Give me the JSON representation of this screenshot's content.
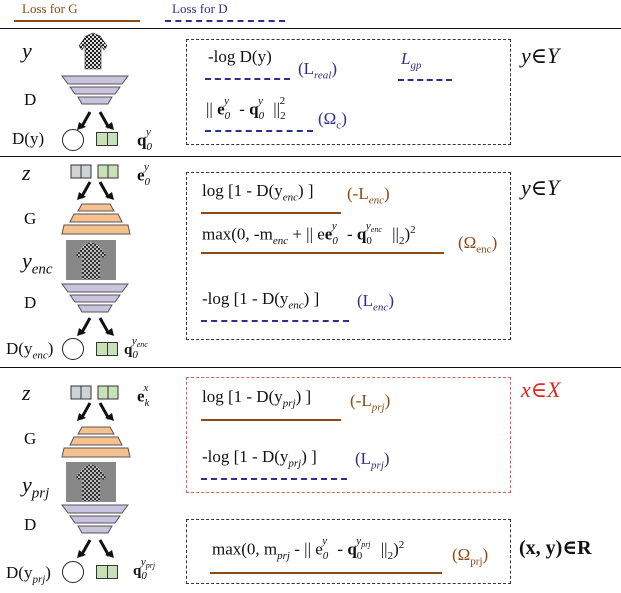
{
  "legend": {
    "g_label": "Loss for G",
    "d_label": "Loss for D"
  },
  "colors": {
    "g": "#8a4a16",
    "d": "#2e2f8a",
    "red": "#e22424"
  },
  "section1": {
    "y": "y",
    "D": "D",
    "Dy": "D(y)",
    "q0y": "q",
    "eq_real": "-log D(y)",
    "name_real": "(L",
    "sub_real": "real",
    "close_real": ")",
    "gp": "L",
    "gp_sub": "gp",
    "eq_omega": "|| e",
    "omega_name": "(Ω",
    "omega_sub": "c",
    "omega_close": ")",
    "domain": "y∈Y"
  },
  "section2": {
    "z": "z",
    "G": "G",
    "yenc": "y",
    "yenc_sub": "enc",
    "D": "D",
    "e0y": "e",
    "Dyenc": "D(y",
    "Dyenc_sub": "enc",
    "Dyenc_close": ")",
    "eq1": "log [1 - D(y",
    "eq1_sub": "enc",
    "eq1_close": ") ]",
    "eq1_name": "(-L",
    "eq1_name_sub": "enc",
    "eq1_name_close": ")",
    "eq2a": "max(0, -m",
    "eq2_sub": "enc",
    "eq2b": " + || e",
    "eq2c": "- q",
    "eq2d": "||",
    "eq2e": ")",
    "eq2_name": "(Ω",
    "eq2_name_sub": "enc",
    "eq2_name_close": ")",
    "eq3": "-log [1 - D(y",
    "eq3_sub": "enc",
    "eq3_close": ") ]",
    "eq3_name": "(L",
    "eq3_name_sub": "enc",
    "eq3_name_close": ")",
    "domain": "y∈Y"
  },
  "section3": {
    "z": "z",
    "G": "G",
    "yprj": "y",
    "yprj_sub": "prj",
    "D": "D",
    "eky": "e",
    "Dyprj": "D(y",
    "Dyprj_sub": "prj",
    "Dyprj_close": ")",
    "eq1": "log [1 - D(y",
    "eq1_sub": "prj",
    "eq1_close": ") ]",
    "eq1_name": "(-L",
    "eq1_name_sub": "prj",
    "eq1_name_close": ")",
    "eq2": "-log [1 - D(y",
    "eq2_sub": "prj",
    "eq2_close": ") ]",
    "eq2_name": "(L",
    "eq2_name_sub": "prj",
    "eq2_name_close": ")",
    "eq3a": "max(0, m",
    "eq3_sub": "prj",
    "eq3b": " - || e",
    "eq3c": "- q",
    "eq3d": "||",
    "eq3e": ")",
    "eq3_name": "(Ω",
    "eq3_name_sub": "prj",
    "eq3_name_close": ")",
    "domain_x": "x∈X",
    "domain_xy": "(x, y)∈R"
  },
  "sub_symbols": {
    "zero": "0",
    "k": "k",
    "y": "y",
    "x": "x",
    "two": "2",
    "enc": "enc",
    "prj": "prj"
  }
}
